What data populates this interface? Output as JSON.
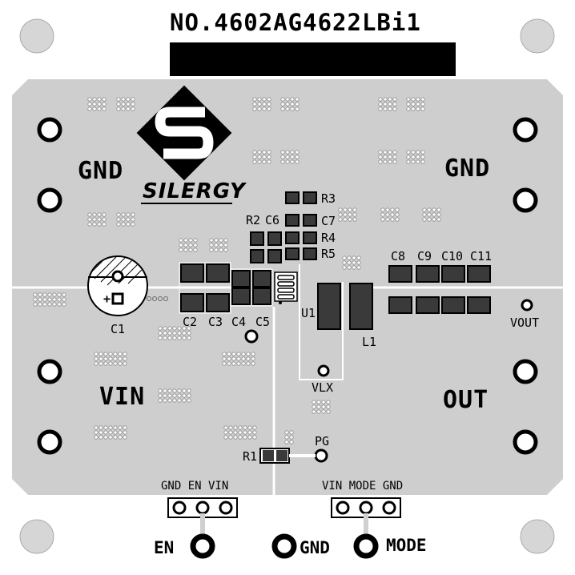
{
  "board": {
    "number": "NO.4602AG4622LBi1",
    "brand": "SILERGY"
  },
  "regions": {
    "gnd_left": "GND",
    "gnd_right": "GND",
    "vin": "VIN",
    "out": "OUT"
  },
  "components": {
    "c1": "C1",
    "c2": "C2",
    "c3": "C3",
    "c4": "C4",
    "c5": "C5",
    "c6": "C6",
    "c7": "C7",
    "c8": "C8",
    "c9": "C9",
    "c10": "C10",
    "c11": "C11",
    "r1": "R1",
    "r2": "R2",
    "r3": "R3",
    "r4": "R4",
    "r5": "R5",
    "u1": "U1",
    "l1": "L1",
    "c1_plus": "+"
  },
  "test_points": {
    "vout": "VOUT",
    "vlx": "VLX",
    "pg": "PG"
  },
  "headers": {
    "left": "GND EN VIN",
    "right": "VIN MODE GND"
  },
  "bottom_pads": {
    "en": "EN",
    "gnd": "GND",
    "mode": "MODE"
  }
}
